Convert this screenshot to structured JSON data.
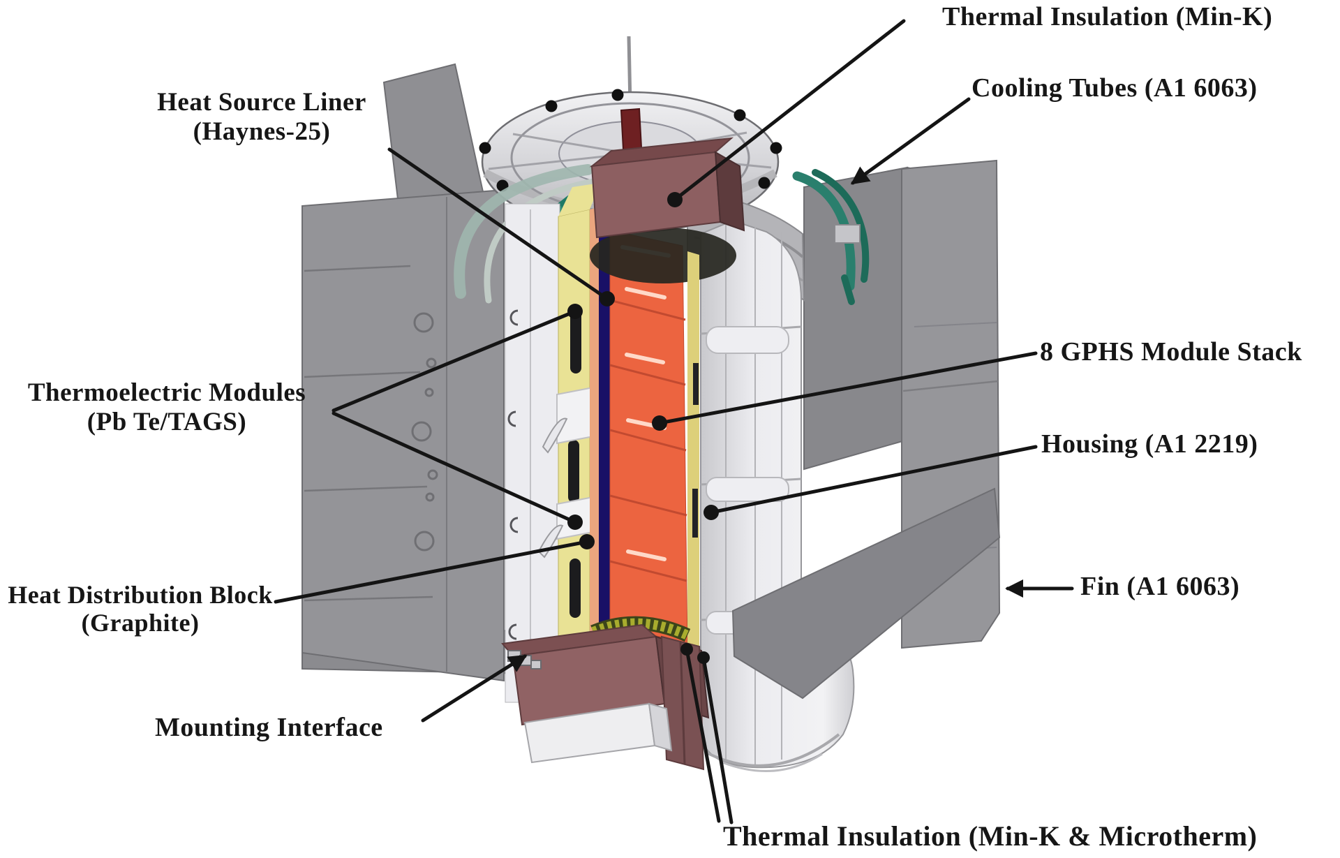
{
  "diagram": {
    "subject": "Radioisotope thermoelectric generator cutaway",
    "callouts": [
      {
        "id": "thermal-insulation-top",
        "lines": [
          "Thermal Insulation (Min-K)"
        ]
      },
      {
        "id": "cooling-tubes",
        "lines": [
          "Cooling Tubes (A1 6063)"
        ]
      },
      {
        "id": "heat-source-liner",
        "lines": [
          "Heat Source Liner",
          "(Haynes-25)"
        ]
      },
      {
        "id": "gphs-module-stack",
        "lines": [
          "8 GPHS Module Stack"
        ]
      },
      {
        "id": "thermoelectric-modules",
        "lines": [
          "Thermoelectric Modules",
          "(Pb Te/TAGS)"
        ]
      },
      {
        "id": "housing",
        "lines": [
          "Housing (A1 2219)"
        ]
      },
      {
        "id": "heat-distribution-block",
        "lines": [
          "Heat Distribution Block",
          "(Graphite)"
        ]
      },
      {
        "id": "fin",
        "lines": [
          "Fin (A1 6063)"
        ]
      },
      {
        "id": "mounting-interface",
        "lines": [
          "Mounting Interface"
        ]
      },
      {
        "id": "thermal-insulation-bottom",
        "lines": [
          "Thermal Insulation (Min-K & Microtherm)"
        ]
      }
    ],
    "colors": {
      "background": "#ffffff",
      "fin_gray": "#949498",
      "housing_silver": "#e3e3e7",
      "gphs_orange": "#ec6440",
      "thermoelectric_yellow": "#e9e295",
      "liner_navy": "#191066",
      "insulation_maroon": "#8d5f61",
      "cooling_teal": "#2a7f6d",
      "leader_black": "#141414"
    }
  }
}
